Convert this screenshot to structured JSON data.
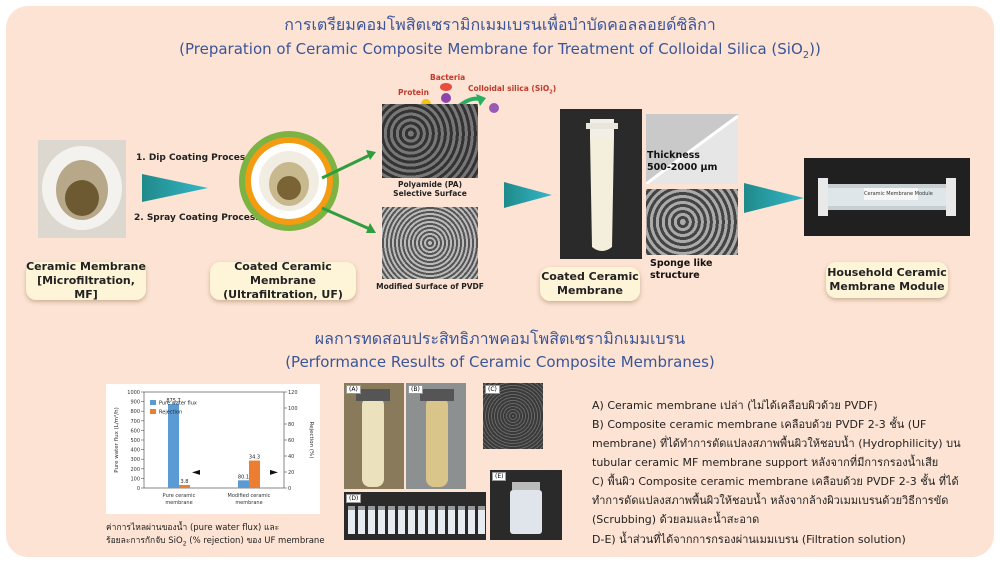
{
  "header": {
    "title_th": "การเตรียมคอมโพสิตเซรามิกเมมเบรนเพื่อบำบัดคอลลอยด์ซิลิกา",
    "title_en_main": "(Preparation of Ceramic Composite Membrane for Treatment of Colloidal Silica (SiO",
    "title_en_sub": "2",
    "title_en_end": "))"
  },
  "process": {
    "step1": "1. Dip Coating Process",
    "step2": "2. Spray Coating Process",
    "ceramic_membrane": [
      "Ceramic Membrane",
      "[Microfiltration, MF]"
    ],
    "coated_membrane": [
      "Coated Ceramic Membrane",
      "(Ultrafiltration, UF)"
    ],
    "protein": "Protein",
    "bacteria": "Bacteria",
    "colloidal_silica": "Colloidal silica (SiO",
    "colloidal_silica_sub": "2",
    "colloidal_silica_end": ")",
    "polyamide": [
      "Polyamide (PA)",
      "Selective Surface"
    ],
    "pvdf": "Modified Surface of PVDF",
    "coated_ceramic": [
      "Coated Ceramic",
      "Membrane"
    ],
    "thickness": [
      "Thickness",
      "500-2000 µm"
    ],
    "sponge": [
      "Sponge like",
      "structure"
    ],
    "module_label": "Ceramic Membrane Module",
    "household": [
      "Household Ceramic",
      "Membrane Module"
    ]
  },
  "results_header": {
    "title_th": "ผลการทดสอบประสิทธิภาพคอมโพสิตเซรามิกเมมเบรน",
    "title_en": "(Performance Results of Ceramic Composite Membranes)"
  },
  "chart_data": {
    "type": "bar",
    "categories": [
      "Pure ceramic membrane",
      "Modified ceramic membrane"
    ],
    "category_lines": [
      [
        "Pure ceramic",
        "membrane"
      ],
      [
        "Modified ceramic",
        "membrane"
      ]
    ],
    "series": [
      {
        "name": "Pure water flux",
        "values": [
          875.7,
          80.1
        ],
        "color": "#5b9bd5",
        "axis": "left"
      },
      {
        "name": "Rejection",
        "values": [
          3.8,
          34.3
        ],
        "color": "#ed7d31",
        "axis": "right"
      }
    ],
    "ylabel": "Pure water flux (L/m²/h)",
    "y2label": "Rejection (%)",
    "ylim": [
      0,
      1000
    ],
    "y2lim": [
      0,
      120
    ],
    "yticks": [
      0,
      100,
      200,
      300,
      400,
      500,
      600,
      700,
      800,
      900,
      1000
    ],
    "y2ticks": [
      0,
      20,
      40,
      60,
      80,
      100,
      120
    ],
    "legend_position": "top-left"
  },
  "caption": {
    "line1": "ค่าการไหลผ่านของน้ำ (pure water flux) และ",
    "line2_a": "ร้อยละการกักจับ SiO",
    "line2_sub": "2",
    "line2_b": " (% rejection) ของ UF membrane"
  },
  "photos": {
    "a": "(A)",
    "b": "(B)",
    "c": "(C)",
    "d": "(D)",
    "e": "(E)"
  },
  "descriptions": {
    "a": "A) Ceramic membrane เปล่า (ไม่ได้เคลือบผิวด้วย PVDF)",
    "b": "B) Composite ceramic membrane เคลือบด้วย PVDF 2-3 ชั้น (UF membrane) ที่ได้ทำการดัดแปลงสภาพพื้นผิวให้ชอบน้ำ (Hydrophilicity) บน tubular ceramic MF membrane support หลังจากที่มีการกรองน้ำเสีย",
    "c": "C) พื้นผิว Composite ceramic membrane เคลือบด้วย PVDF 2-3 ชั้น ที่ได้ทำการดัดแปลงสภาพพื้นผิวให้ชอบน้ำ หลังจากล้างผิวเมมเบรนด้วยวิธีการขัด (Scrubbing) ด้วยลมและน้ำสะอาด",
    "de": "D-E) น้ำส่วนที่ได้จากการกรองผ่านเมมเบรน (Filtration solution)"
  }
}
